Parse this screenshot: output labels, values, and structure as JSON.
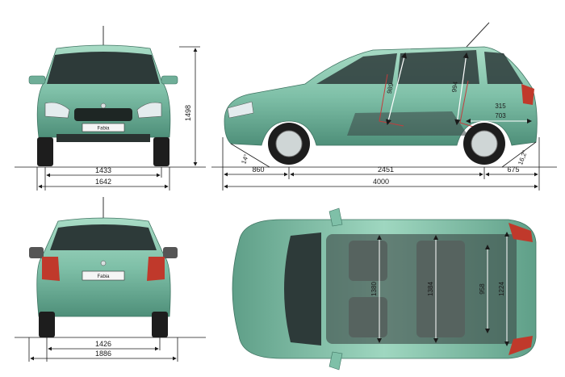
{
  "plates": {
    "front": "Fabia",
    "rear": "Fabia"
  },
  "front_view": {
    "height": "1498",
    "track_front": "1433",
    "width": "1642"
  },
  "side_view": {
    "front_overhang": "860",
    "wheelbase": "2451",
    "rear_overhang": "675",
    "length": "4000",
    "approach_angle": "14°",
    "departure_angle": "16,2°",
    "headroom_front": "989",
    "headroom_rear": "994",
    "boot_height": "315",
    "boot_length": "703"
  },
  "rear_view": {
    "track_rear": "1426",
    "width_mirrors": "1886"
  },
  "top_view": {
    "front_elbow_width": "1380",
    "rear_elbow_width": "1384",
    "boot_width_wheel_arch": "958",
    "boot_width": "1224"
  },
  "colors": {
    "body": "#7fc0a8",
    "body_dark": "#4e8f79",
    "glass": "#2d3a39",
    "tyre": "#1d1d1d",
    "dim_line": "#1a1a1a",
    "seat_marker": "#d62b2b"
  }
}
